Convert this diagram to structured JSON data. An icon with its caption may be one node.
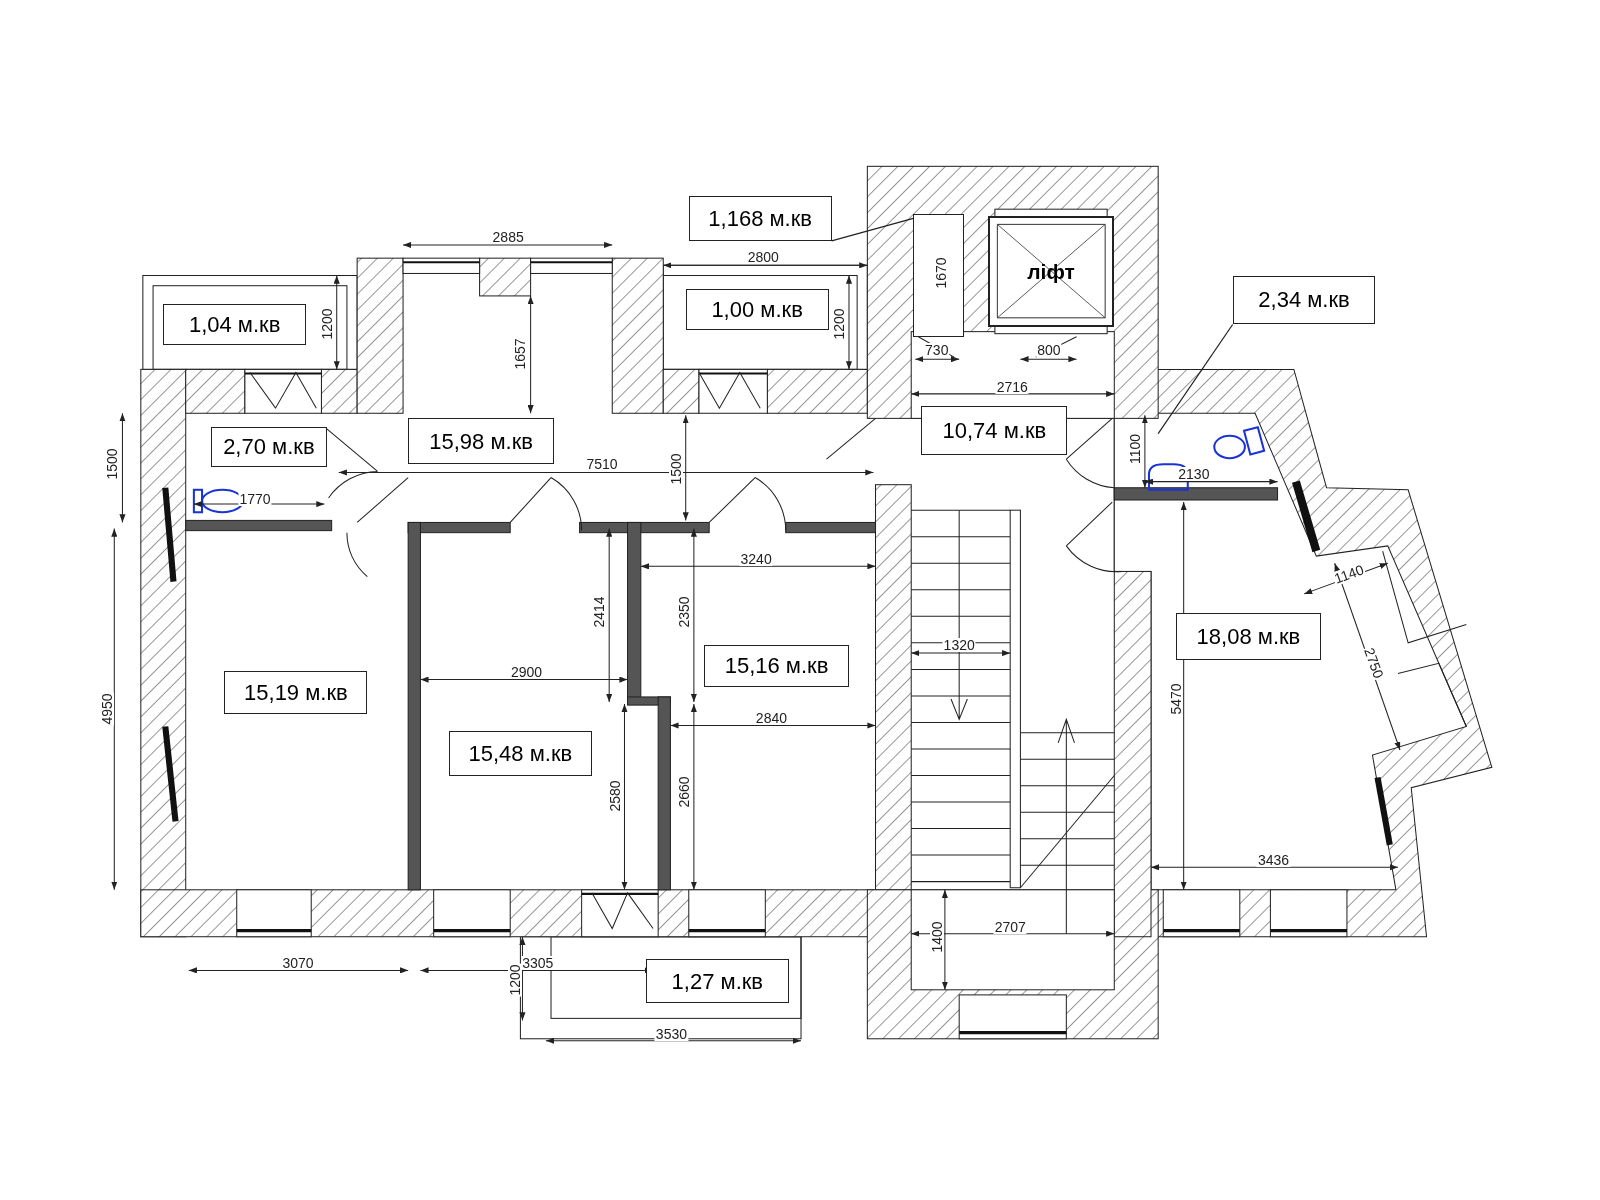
{
  "diagram": {
    "nodes": [
      {
        "text": [
          "1,168 м.кв"
        ]
      },
      {
        "text": [
          "ліфт"
        ]
      },
      {
        "text": [
          "2,34 м.кв"
        ]
      },
      {
        "text": [
          "1,04 м.кв"
        ]
      },
      {
        "text": [
          "1,00 м.кв"
        ]
      },
      {
        "text": [
          "2,70 м.кв"
        ]
      },
      {
        "text": [
          "15,98 м.кв"
        ]
      },
      {
        "text": [
          "10,74 м.кв"
        ]
      },
      {
        "text": [
          "18,08 м.кв"
        ]
      },
      {
        "text": [
          "15,16 м.кв"
        ]
      },
      {
        "text": [
          "15,19 м.кв"
        ]
      },
      {
        "text": [
          "15,48 м.кв"
        ]
      },
      {
        "text": [
          "1,27 м.кв"
        ]
      },
      {
        "text": [],
        "shape": "box"
      }
    ],
    "edges": [
      {
        "from": 0,
        "to": 13,
        "arrow": "none"
      },
      {
        "from": 2,
        "to": null,
        "arrow": "none"
      }
    ],
    "labels": [
      "2885",
      "2800",
      "1670",
      "1200",
      "1657",
      "1200",
      "730",
      "800",
      "2716",
      "1500",
      "1100",
      "7510",
      "1500",
      "2130",
      "1770",
      "4950",
      "3240",
      "2414",
      "2350",
      "1140",
      "1320",
      "2750",
      "5470",
      "2900",
      "2840",
      "2580",
      "2660",
      "3436",
      "1400",
      "2707",
      "3070",
      "3305",
      "1200",
      "3530"
    ]
  }
}
